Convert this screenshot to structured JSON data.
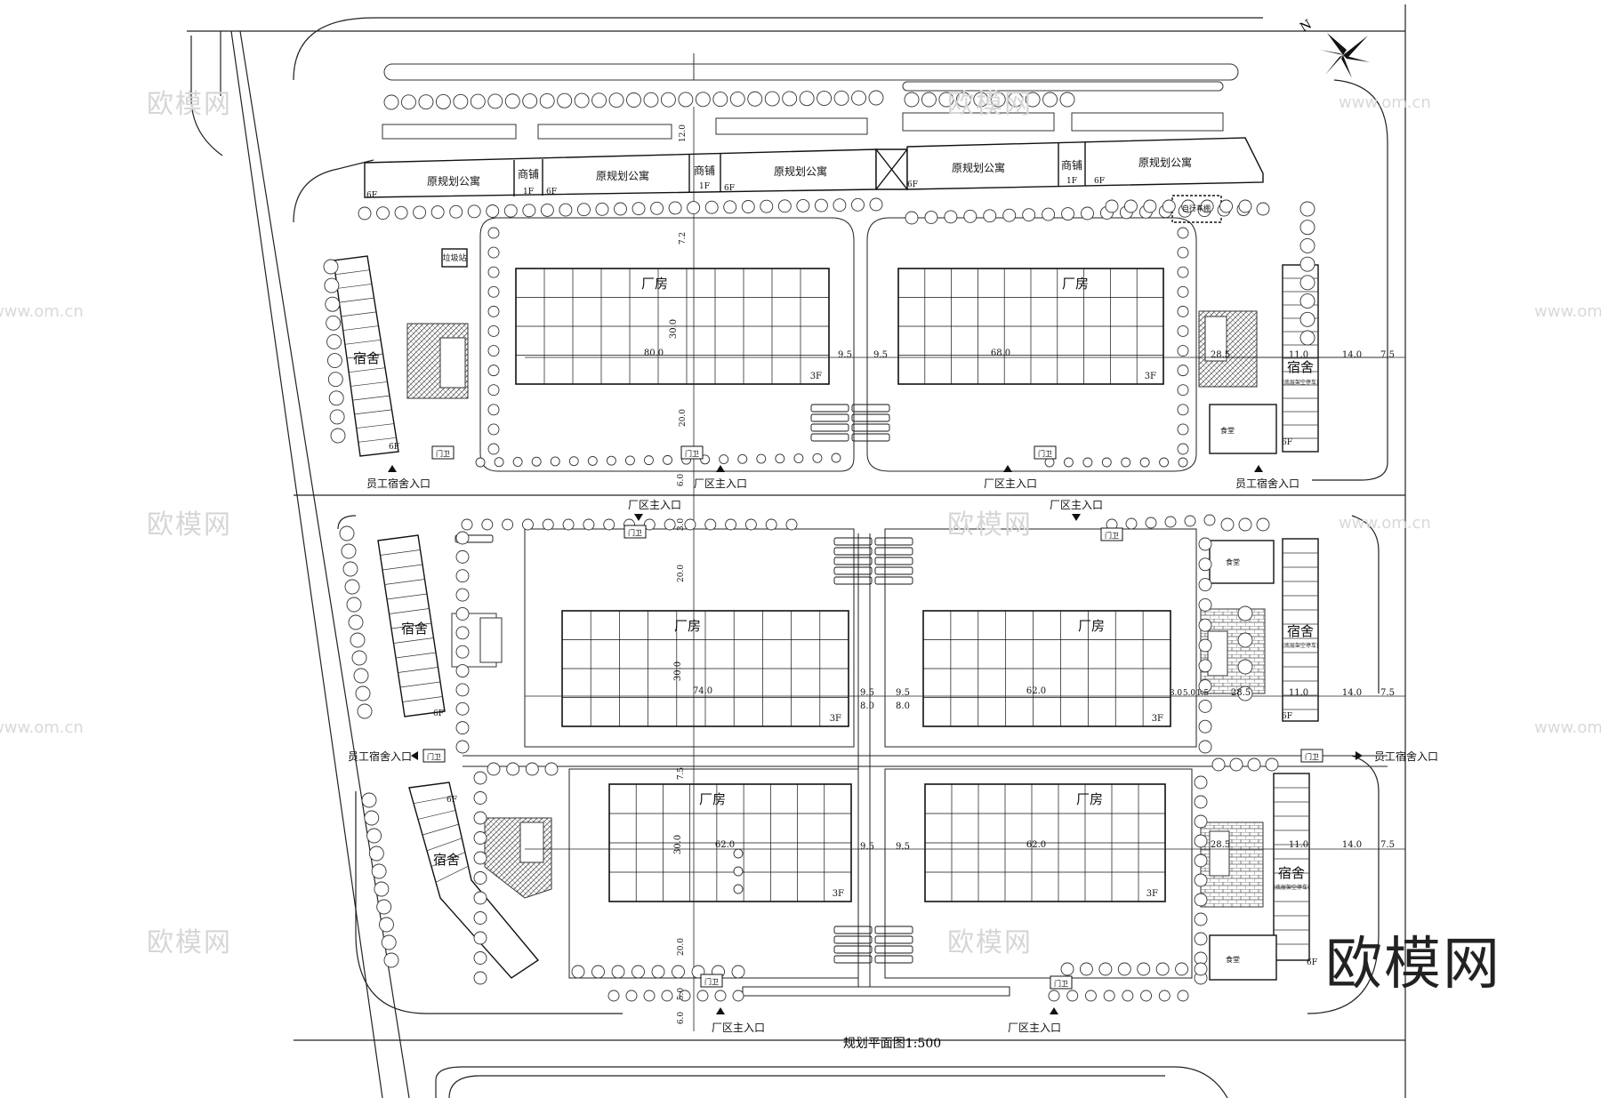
{
  "drawing_title": "规划平面图1:500",
  "brand": "欧模网",
  "watermark": "欧模网",
  "watermark_url": "www.om.cn",
  "north_label": "N",
  "labels": {
    "factory": "厂房",
    "dorm": "宿舍",
    "apartment": "原规划公寓",
    "shop": "商铺",
    "canteen": "食堂",
    "guard": "门卫",
    "bike_shed": "自行车棚",
    "garbage": "垃圾站",
    "dorm_note": "(底层架空停车)",
    "gate_main": "厂区主入口",
    "gate_dorm": "员工宿舍入口",
    "floors_6": "6F",
    "floors_3": "3F",
    "floors_1": "1F"
  },
  "dimensions": {
    "d30": "30.0",
    "d80": "80.0",
    "d68": "68.0",
    "d74": "74.0",
    "d62": "62.0",
    "d95": "9.5",
    "d80b": "8.0",
    "d75": "7.5",
    "d60": "6.0",
    "d50": "5.0",
    "d15": "1.5",
    "d110": "11.0",
    "d140": "14.0",
    "d285": "28.5",
    "d120": "12.0",
    "d200": "20.0",
    "d72": "7.2",
    "d30b": "3.0"
  }
}
